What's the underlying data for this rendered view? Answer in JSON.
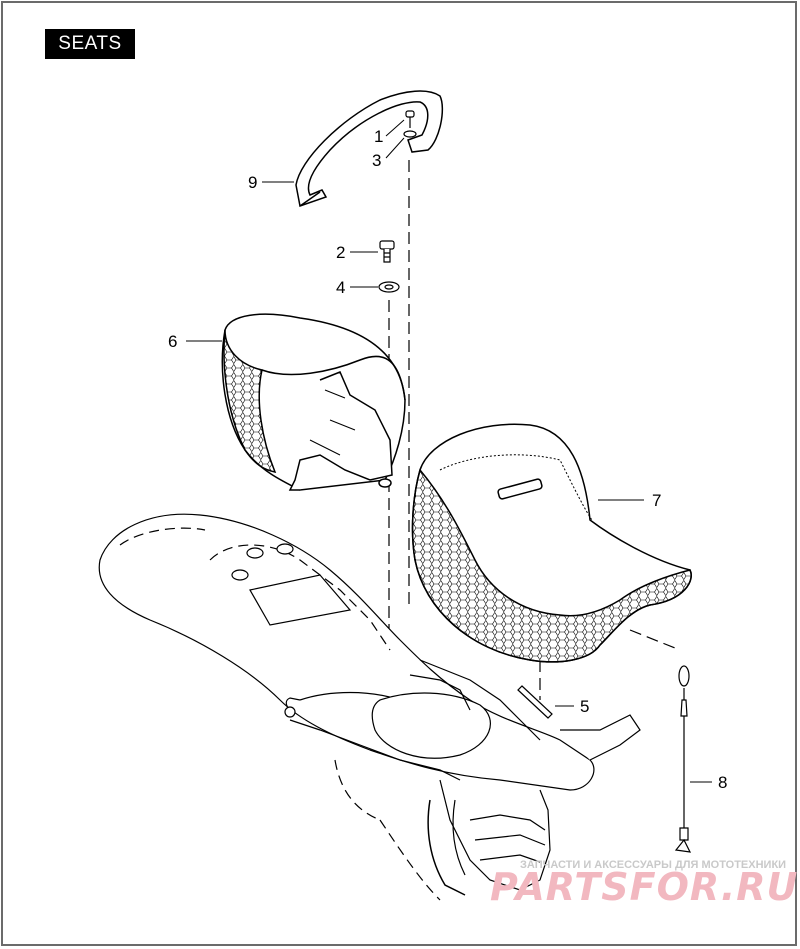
{
  "page": {
    "title": "SEATS"
  },
  "callouts": [
    "1",
    "2",
    "3",
    "4",
    "5",
    "6",
    "7",
    "8",
    "9"
  ],
  "watermark": {
    "tagline": "ЗАПЧАСТИ И АКСЕССУАРЫ ДЛЯ МОТОТЕХНИКИ",
    "brand": "PARTSFOR.RU"
  },
  "colors": {
    "line": "#000000",
    "frame": "#6b6b6b",
    "title_bg": "#000000",
    "watermark": "#f2b8c0"
  }
}
